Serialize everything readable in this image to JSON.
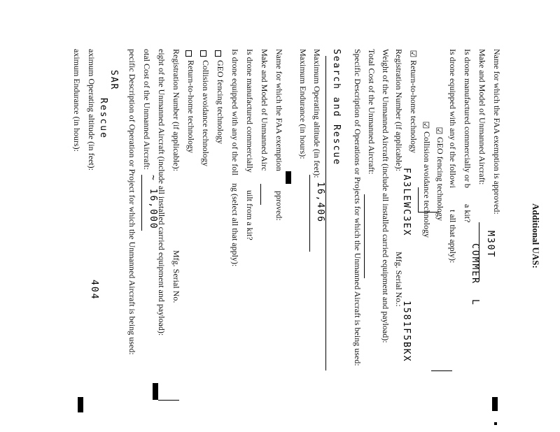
{
  "title": "Additional UAS:",
  "form1": {
    "name_label": "Name for which the FAA exemption is approved:",
    "make_label": "Make and Model of Unmanned Aircraft:",
    "make_value": "M30T",
    "commercial_label": "Is drone manufactured commercially or b",
    "commercial_answer": "a kit?",
    "commercial_value": "COMMER",
    "commercial_tail": "L",
    "equipped_label": "Is drone equipped with any of the followi",
    "equipped_tail": "t all that apply):",
    "geo_label": "GEO fencing technology",
    "collision_label": "Collision avoidance technology",
    "rth_label": "Return-to-home technology",
    "reg_label": "Registration Number (if applicable):",
    "reg_value": "FA3LEWC3EX",
    "serial_label": "Mfg. Serial No.:",
    "serial_value": "1581F5BKX",
    "weight_label": "Weight of the Unmanned Aircraft (include all installed carried equipment and payload):",
    "cost_label": "Total Cost of the Unmanned Aircraft:",
    "desc_label": "Specific Description of Operations or Projects for which the Unmanned Aircraft is being used:",
    "desc_value": "Search and Rescue",
    "altitude_label": "Maximum Operating altitude (in feet):",
    "altitude_value": "16,406",
    "endurance_label": "Maximum Endurance (in hours):"
  },
  "form2": {
    "name_label": "Name for which the FAA exemption",
    "name_tail": "pproved:",
    "make_label": "Make and Model of Unmanned Airc",
    "commercial_label": "Is drone manufactured commercially",
    "commercial_tail": "uilt from a kit?",
    "equipped_label": "Is drone equipped with any of the foll",
    "equipped_tail": "ng (select all that apply):",
    "geo_label": "GEO fencing technology",
    "collision_label": "Collision avoidance technology",
    "rth_label": "Return-to-home technology",
    "reg_label": "Registration Number (if applicable):",
    "serial_label": "Mfg. Serial No.",
    "weight_label": "eight of the Unmanned Aircraft (include all installed carried equipment and payload):",
    "cost_label": "otal Cost of the Unmanned Aircraft:",
    "cost_value": "~ 16,000",
    "desc_label": "pecific Description of Operation or Project for which the Unmanned Aircraft is being used:",
    "desc_value": "SAR",
    "desc_value2": "Rescue",
    "altitude_label": "aximum Operating altitude (in feet):",
    "altitude_value": "404",
    "endurance_label": "aximum Endurance (in hours):"
  },
  "checkboxes": {
    "check1": "☑",
    "check2": "☑",
    "check3": "☑"
  }
}
